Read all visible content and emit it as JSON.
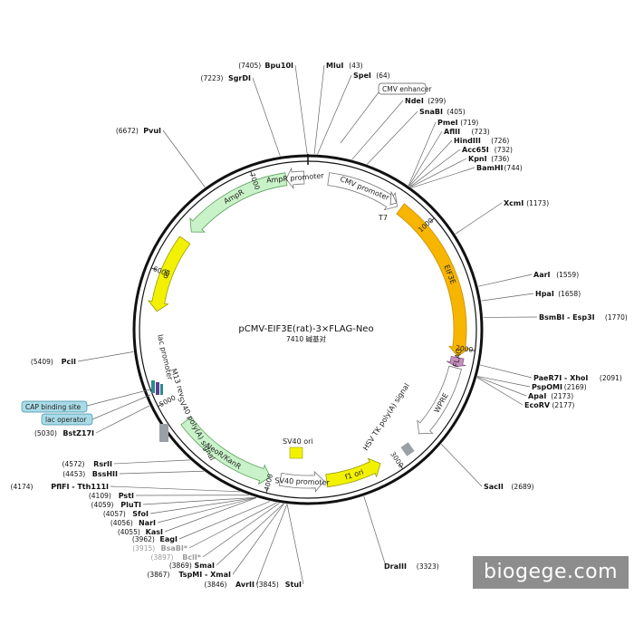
{
  "plasmid": {
    "name": "pCMV-EIF3E(rat)-3×FLAG-Neo",
    "size_label": "7410 碱基对",
    "total_bp": 7410
  },
  "ticks": [
    {
      "bp": 1000,
      "label": "1000"
    },
    {
      "bp": 2000,
      "label": "2000"
    },
    {
      "bp": 3000,
      "label": "3000"
    },
    {
      "bp": 4000,
      "label": "4000"
    },
    {
      "bp": 5000,
      "label": "5000"
    },
    {
      "bp": 6000,
      "label": "6000"
    },
    {
      "bp": 7000,
      "label": "7000"
    }
  ],
  "features": [
    {
      "name": "CMV promoter",
      "start": 160,
      "end": 740,
      "color": "#ffffff",
      "stroke": "#777777",
      "label": "CMV promoter"
    },
    {
      "name": "EIF3E",
      "start": 770,
      "end": 2060,
      "color": "#f7b500",
      "stroke": "#c98f00",
      "label": "EIF3E"
    },
    {
      "name": "3xFLAG",
      "start": 2070,
      "end": 2140,
      "color": "#c88fc0",
      "stroke": "#8a5a86",
      "label": "3xFLAG"
    },
    {
      "name": "WPRE",
      "start": 2150,
      "end": 2740,
      "color": "#ffffff",
      "stroke": "#777777",
      "label": "WPRE"
    },
    {
      "name": "f1 ori",
      "start": 3120,
      "end": 3560,
      "color": "#f2f200",
      "stroke": "#9a9a00",
      "label": "f1 ori",
      "reverse": true
    },
    {
      "name": "SV40 promoter",
      "start": 3580,
      "end": 3920,
      "color": "#ffffff",
      "stroke": "#777777",
      "label": "SV40 promoter",
      "reverse": true
    },
    {
      "name": "NeoR/KanR",
      "start": 4000,
      "end": 4800,
      "color": "#c9f2c9",
      "stroke": "#5aa05a",
      "label": "NeoR/KanR",
      "reverse": true
    },
    {
      "name": "ori",
      "start": 5700,
      "end": 6300,
      "color": "#f2f200",
      "stroke": "#9a9a00",
      "label": "ori",
      "reverse": true
    },
    {
      "name": "AmpR",
      "start": 6380,
      "end": 7240,
      "color": "#c9f2c9",
      "stroke": "#5aa05a",
      "label": "AmpR",
      "reverse": true
    },
    {
      "name": "AmpR promoter",
      "start": 7240,
      "end": 7380,
      "color": "#ffffff",
      "stroke": "#777777",
      "label": "AmpR promoter",
      "reverse": true
    }
  ],
  "inner_labels": {
    "t7": "T7",
    "hsv": "HSV TK poly(A) signal",
    "sv40_polya": "SV40 poly(A) signal",
    "lac_promoter": "lac promoter",
    "m13rev": "M13 rev",
    "sv40ori": "SV40 ori"
  },
  "boxed_labels": {
    "cmv_enhancer": "CMV enhancer",
    "cap": "CAP binding site",
    "lac_operator": "lac operator"
  },
  "sites_right": [
    {
      "name": "MluI",
      "pos": "(43)",
      "bp": 43
    },
    {
      "name": "SpeI",
      "pos": "(64)",
      "bp": 64
    },
    {
      "name": "NdeI",
      "pos": "(299)",
      "bp": 299
    },
    {
      "name": "SnaBI",
      "pos": "(405)",
      "bp": 405
    },
    {
      "name": "PmeI",
      "pos": "(719)",
      "bp": 719
    },
    {
      "name": "AflII",
      "pos": "(723)",
      "bp": 723
    },
    {
      "name": "HindIII",
      "pos": "(726)",
      "bp": 726
    },
    {
      "name": "Acc65I",
      "pos": "(732)",
      "bp": 732
    },
    {
      "name": "KpnI",
      "pos": "(736)",
      "bp": 736
    },
    {
      "name": "BamHI",
      "pos": "(744)",
      "bp": 744
    },
    {
      "name": "XcmI",
      "pos": "(1173)",
      "bp": 1173
    },
    {
      "name": "AarI",
      "pos": "(1559)",
      "bp": 1559
    },
    {
      "name": "HpaI",
      "pos": "(1658)",
      "bp": 1658
    },
    {
      "name": "BsmBI - Esp3I",
      "pos": "(1770)",
      "bp": 1770
    },
    {
      "name": "PaeR7I - XhoI",
      "pos": "(2091)",
      "bp": 2091
    },
    {
      "name": "PspOMI",
      "pos": "(2169)",
      "bp": 2169
    },
    {
      "name": "ApaI",
      "pos": "(2173)",
      "bp": 2173
    },
    {
      "name": "EcoRV",
      "pos": "(2177)",
      "bp": 2177
    },
    {
      "name": "SacII",
      "pos": "(2689)",
      "bp": 2689
    },
    {
      "name": "DraIII",
      "pos": "(3323)",
      "bp": 3323
    }
  ],
  "sites_left": [
    {
      "name": "Bpu10I",
      "pos": "(7405)",
      "bp": 7405
    },
    {
      "name": "SgrDI",
      "pos": "(7223)",
      "bp": 7223
    },
    {
      "name": "PvuI",
      "pos": "(6672)",
      "bp": 6672
    },
    {
      "name": "PciI",
      "pos": "(5409)",
      "bp": 5409
    },
    {
      "name": "BstZ17I",
      "pos": "(5030)",
      "bp": 5030
    },
    {
      "name": "RsrII",
      "pos": "(4572)",
      "bp": 4572
    },
    {
      "name": "BssHII",
      "pos": "(4453)",
      "bp": 4453
    },
    {
      "name": "PflFI - Tth111I",
      "pos": "(4174)",
      "bp": 4174
    },
    {
      "name": "PstI",
      "pos": "(4109)",
      "bp": 4109
    },
    {
      "name": "PluTI",
      "pos": "(4059)",
      "bp": 4059
    },
    {
      "name": "SfoI",
      "pos": "(4057)",
      "bp": 4057
    },
    {
      "name": "NarI",
      "pos": "(4056)",
      "bp": 4056
    },
    {
      "name": "KasI",
      "pos": "(4055)",
      "bp": 4055
    },
    {
      "name": "EagI",
      "pos": "(3962)",
      "bp": 3962
    },
    {
      "name": "BsaBI*",
      "pos": "(3915)",
      "bp": 3915,
      "gray": true
    },
    {
      "name": "BclI*",
      "pos": "(3897)",
      "bp": 3897,
      "gray": true
    },
    {
      "name": "SmaI",
      "pos": "(3869)",
      "bp": 3869
    },
    {
      "name": "TspMI - XmaI",
      "pos": "(3867)",
      "bp": 3867
    },
    {
      "name": "AvrII",
      "pos": "(3846)",
      "bp": 3846
    },
    {
      "name": "StuI",
      "pos": "(3845)",
      "bp": 3845
    }
  ],
  "watermark": "biogege.com"
}
